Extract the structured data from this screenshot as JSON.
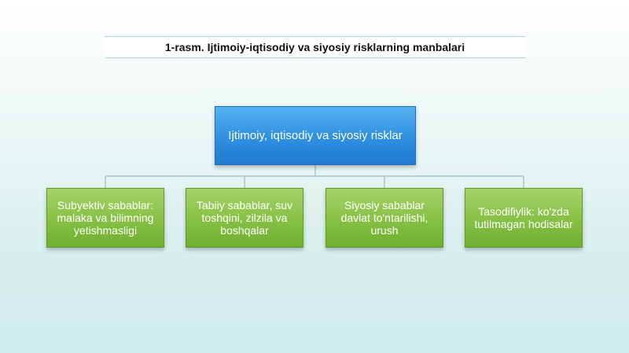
{
  "title": "1-rasm. Ijtimoiy-iqtisodiy va siyosiy risklarning manbalari",
  "root": {
    "label": "Ijtimoiy, iqtisodiy va siyosiy risklar",
    "color": "#2f8fe0"
  },
  "children": [
    {
      "label": "Subyektiv sabablar: malaka va bilimning yetishmasligi"
    },
    {
      "label": "Tabiiy sabablar, suv toshqini, zilzila va boshqalar"
    },
    {
      "label": "Siyosiy sabablar davlat to'ntarilishi, urush"
    },
    {
      "label": "Tasodifiylik: ko'zda tutilmagan hodisalar"
    }
  ],
  "colors": {
    "child": "#86c044",
    "connector": "#a8c8c6",
    "title_rule": "#a9d8d6"
  }
}
